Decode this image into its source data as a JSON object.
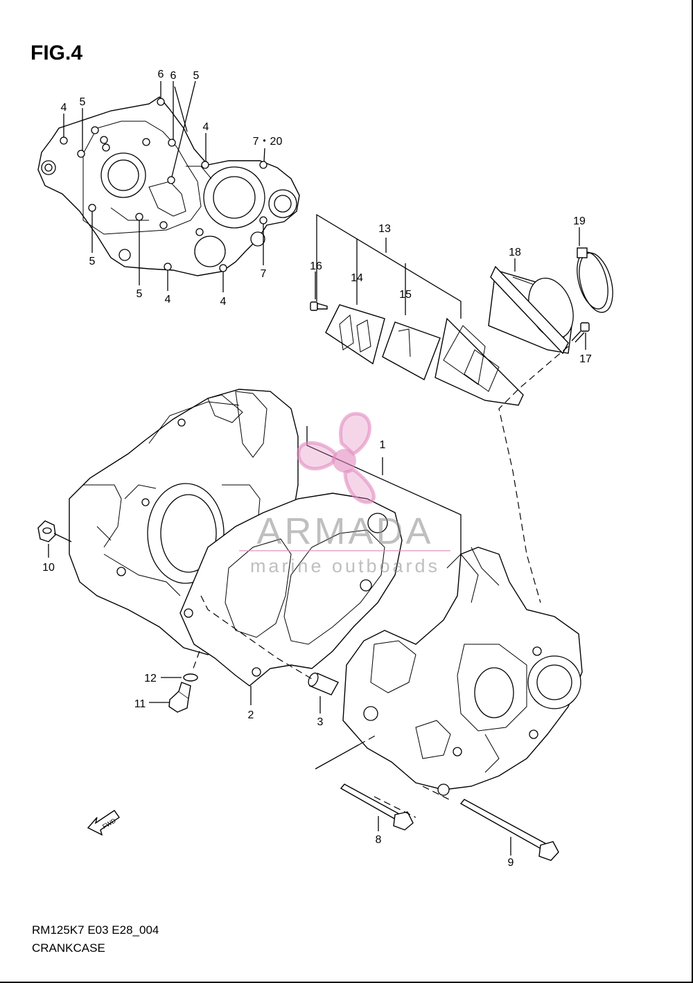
{
  "figure": {
    "title": "FIG.4"
  },
  "footer": {
    "code": "RM125K7 E03 E28_004",
    "name": "CRANKCASE"
  },
  "fwd_arrow": {
    "label": "FWD"
  },
  "watermark": {
    "brand": "ARMADA",
    "tagline": "marine outboards",
    "color": "#e38ac0"
  },
  "callouts": {
    "c1": "1",
    "c2": "2",
    "c3": "3",
    "c4": "4",
    "c5": "5",
    "c6": "6",
    "c7": "7",
    "c7_20": "7・20",
    "c8": "8",
    "c9": "9",
    "c10": "10",
    "c11": "11",
    "c12": "12",
    "c13": "13",
    "c14": "14",
    "c15": "15",
    "c16": "16",
    "c17": "17",
    "c18": "18",
    "c19": "19"
  }
}
